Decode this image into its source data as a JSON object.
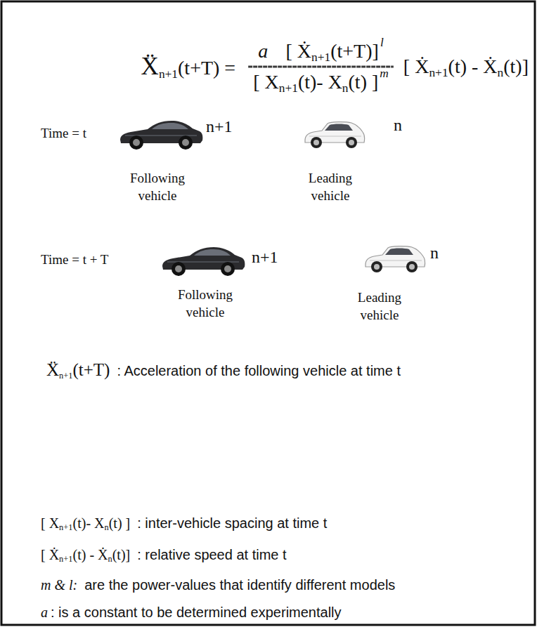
{
  "diagram": {
    "labels": [
      "Ẍ",
      "n+1",
      "(t+T) =",
      "a",
      "[ Ẋ",
      "n+1",
      "(t+T)]",
      "l",
      "[ X",
      "n+1",
      "(t)- X",
      "n",
      "(t) ]",
      "m",
      "[ Ẋ",
      "n+1",
      "(t) - Ẋ",
      "n",
      "(t)]",
      "Time = t",
      "n+1",
      "n",
      "Following vehicle",
      "Leading vehicle",
      "Time = t + T",
      "n+1",
      "n",
      "Following vehicle",
      "Leading vehicle",
      "Ẍ",
      "n+1",
      "(t+T)",
      ": Acceleration of the following vehicle at time t",
      "[ X",
      "n+1",
      "(t)- X",
      "n",
      "(t) ]",
      ": inter-vehicle spacing at time t",
      "[ Ẋ",
      "n+1",
      "(t) - Ẋ",
      "n",
      "(t)]",
      ": relative speed at time t",
      "m & l:",
      "are the power-values that identify different models",
      "a",
      ": is a constant to be determined experimentally"
    ]
  }
}
